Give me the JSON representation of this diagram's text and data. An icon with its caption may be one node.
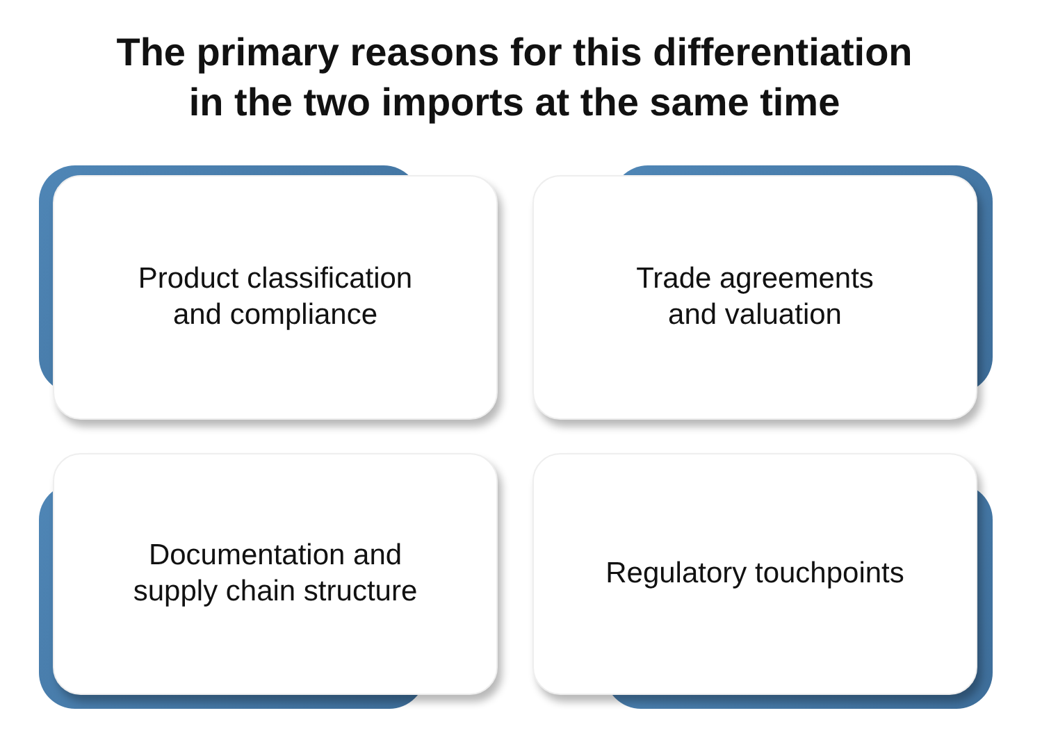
{
  "diagram": {
    "title": "The primary reasons for this differentiation in the two imports at the same time",
    "nodes": [
      {
        "text": [
          "Product classification and compliance"
        ]
      },
      {
        "text": [
          "Trade agreements and valuation"
        ]
      },
      {
        "text": [
          "Documentation and supply chain structure"
        ]
      },
      {
        "text": [
          "Regulatory touchpoints"
        ]
      }
    ]
  }
}
